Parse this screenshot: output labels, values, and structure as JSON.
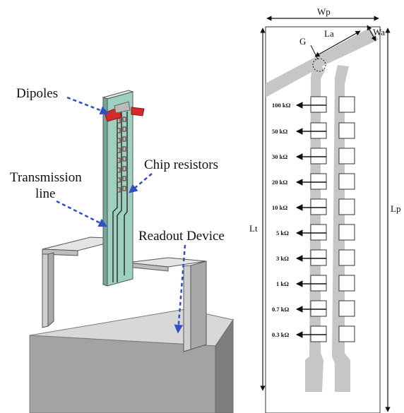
{
  "left_figure": {
    "labels": {
      "dipoles": "Dipoles",
      "chip_resistors": "Chip resistors",
      "transmission_line_1": "Transmission",
      "transmission_line_2": "line",
      "readout_device": "Readout Device"
    }
  },
  "right_figure": {
    "dimensions": {
      "wp": "Wp",
      "wa": "Wa",
      "la": "La",
      "g": "G",
      "lt": "Lt",
      "lp": "Lp"
    },
    "resistors": [
      "100 kΩ",
      "50 kΩ",
      "30 kΩ",
      "20 kΩ",
      "10 kΩ",
      "5 kΩ",
      "3 kΩ",
      "1 kΩ",
      "0.7 kΩ",
      "0.3 kΩ"
    ]
  },
  "colors": {
    "annotation_arrow": "#2f4fc4",
    "dipole_red": "#d42a2a",
    "antenna_board": "#9ed0c0",
    "strip_gray": "#c6c6c6",
    "device_gray": "#9c9c9c"
  }
}
